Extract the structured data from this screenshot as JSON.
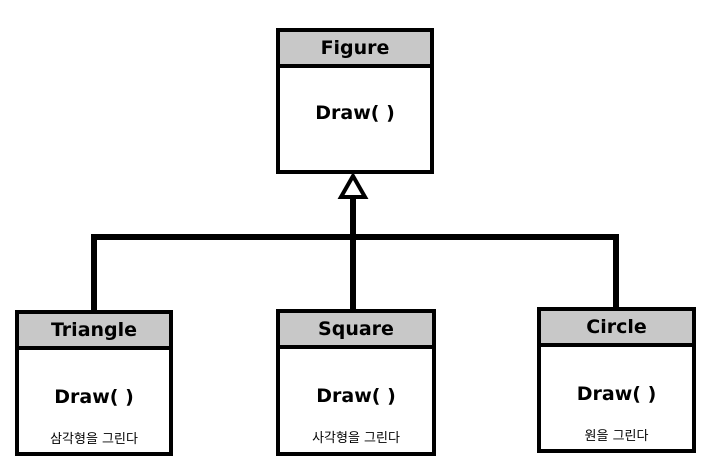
{
  "figure": {
    "name": "Figure",
    "method": "Draw( )"
  },
  "triangle": {
    "name": "Triangle",
    "method": "Draw( )",
    "desc": "삼각형을 그린다"
  },
  "square": {
    "name": "Square",
    "method": "Draw( )",
    "desc": "사각형을 그린다"
  },
  "circle": {
    "name": "Circle",
    "method": "Draw( )",
    "desc": "원을 그린다"
  },
  "colors": {
    "header": "#c8c8c8",
    "line": "#000000",
    "background": "#ffffff"
  }
}
